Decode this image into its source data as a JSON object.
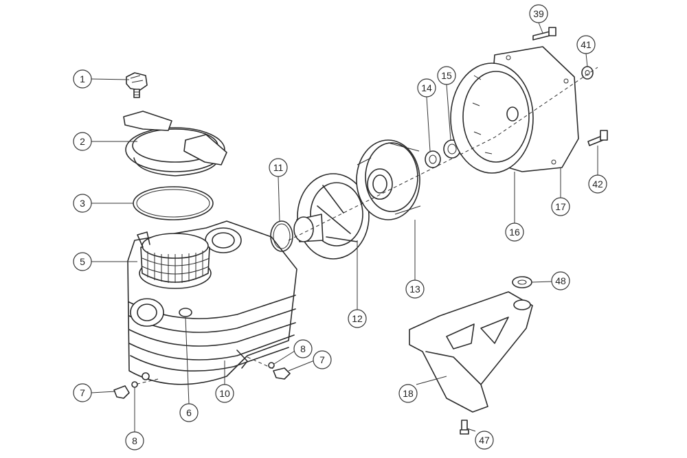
{
  "diagram": {
    "highlight_color": "#f3a76b",
    "callouts": [
      {
        "id": "c1",
        "label": "1",
        "highlight": true
      },
      {
        "id": "c2",
        "label": "2",
        "highlight": false
      },
      {
        "id": "c3",
        "label": "3",
        "highlight": false
      },
      {
        "id": "c5",
        "label": "5",
        "highlight": false
      },
      {
        "id": "c6",
        "label": "6",
        "highlight": true
      },
      {
        "id": "c7a",
        "label": "7",
        "highlight": false
      },
      {
        "id": "c7b",
        "label": "7",
        "highlight": false
      },
      {
        "id": "c8a",
        "label": "8",
        "highlight": false
      },
      {
        "id": "c8b",
        "label": "8",
        "highlight": false
      },
      {
        "id": "c10",
        "label": "10",
        "highlight": false
      },
      {
        "id": "c11",
        "label": "11",
        "highlight": false
      },
      {
        "id": "c12",
        "label": "12",
        "highlight": false
      },
      {
        "id": "c13",
        "label": "13",
        "highlight": false
      },
      {
        "id": "c14",
        "label": "14",
        "highlight": false
      },
      {
        "id": "c15",
        "label": "15",
        "highlight": false
      },
      {
        "id": "c16",
        "label": "16",
        "highlight": false
      },
      {
        "id": "c17",
        "label": "17",
        "highlight": false
      },
      {
        "id": "c18",
        "label": "18",
        "highlight": false
      },
      {
        "id": "c39",
        "label": "39",
        "highlight": false
      },
      {
        "id": "c41",
        "label": "41",
        "highlight": false
      },
      {
        "id": "c42",
        "label": "42",
        "highlight": false
      },
      {
        "id": "c47",
        "label": "47",
        "highlight": false
      },
      {
        "id": "c48",
        "label": "48",
        "highlight": false
      }
    ]
  }
}
